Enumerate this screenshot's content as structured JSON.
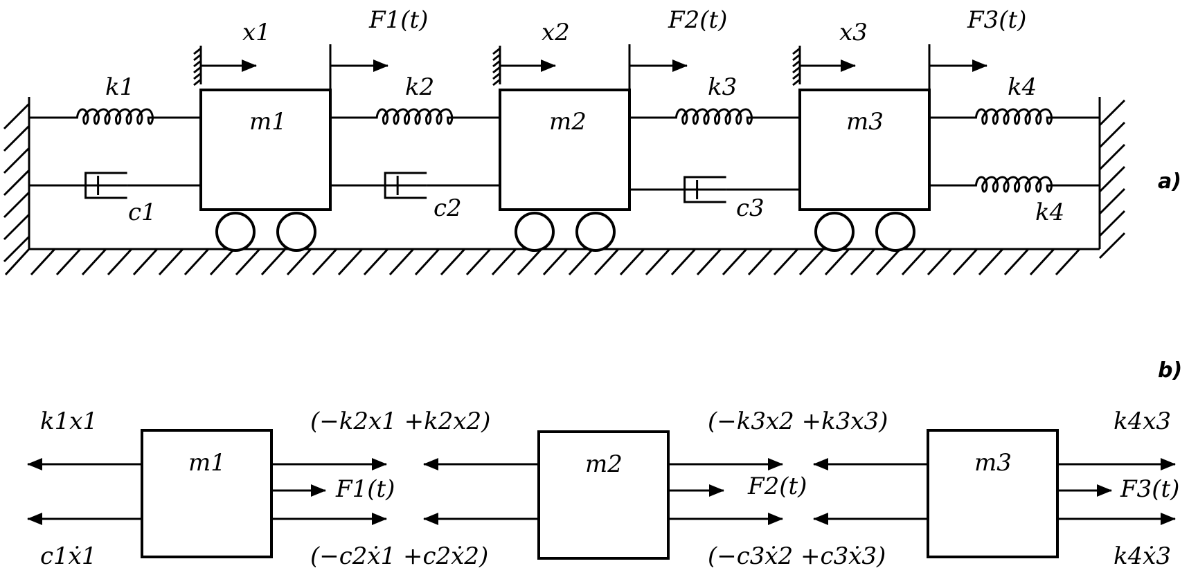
{
  "panel_labels": {
    "a": "a)",
    "b": "b)"
  },
  "system_a": {
    "masses": [
      "m1",
      "m2",
      "m3"
    ],
    "displacements": [
      "x1",
      "x2",
      "x3"
    ],
    "forces": [
      "F1(t)",
      "F2(t)",
      "F3(t)"
    ],
    "springs_top": [
      "k1",
      "k2",
      "k3",
      "k4"
    ],
    "spring_bottom_right": "k4",
    "dampers": [
      "c1",
      "c2",
      "c3"
    ]
  },
  "free_body_b": {
    "blocks": [
      {
        "mass": "m1",
        "left_top": "k1x1",
        "left_bottom": "c1ẋ1",
        "right_top": "(−k2x1  +k2x2)",
        "force": "F1(t)",
        "right_bottom": "(−c2ẋ1  +c2ẋ2)"
      },
      {
        "mass": "m2",
        "left_top": "",
        "left_bottom": "",
        "right_top": "(−k3x2  +k3x3)",
        "force": "F2(t)",
        "right_bottom": "(−c3ẋ2  +c3ẋ3)"
      },
      {
        "mass": "m3",
        "left_top": "",
        "left_bottom": "",
        "right_top": "k4x3",
        "force": "F3(t)",
        "right_bottom": "k4ẋ3"
      }
    ]
  }
}
